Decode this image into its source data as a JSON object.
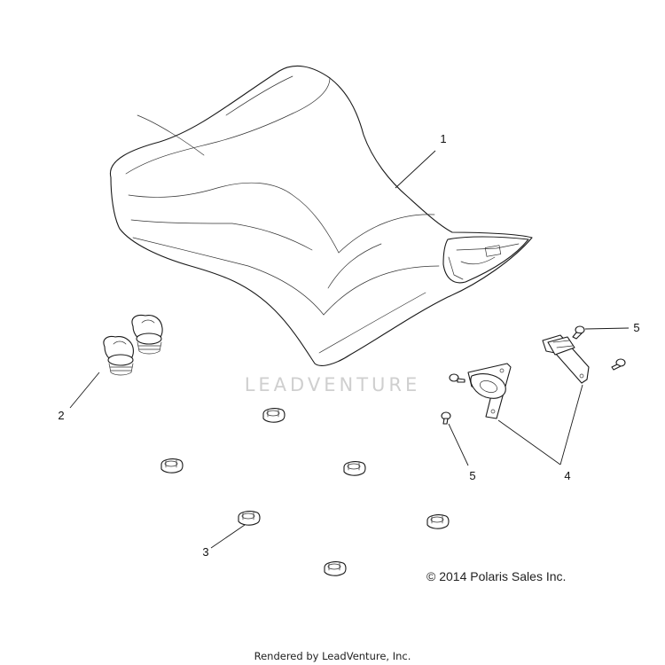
{
  "watermark": {
    "text": "LEADVENTURE"
  },
  "callouts": [
    {
      "id": "1",
      "label": "1"
    },
    {
      "id": "2",
      "label": "2"
    },
    {
      "id": "3",
      "label": "3"
    },
    {
      "id": "4",
      "label": "4"
    },
    {
      "id": "5a",
      "label": "5"
    },
    {
      "id": "5b",
      "label": "5"
    }
  ],
  "copyright": "© 2014 Polaris Sales Inc.",
  "footer": "Rendered by LeadVenture, Inc."
}
